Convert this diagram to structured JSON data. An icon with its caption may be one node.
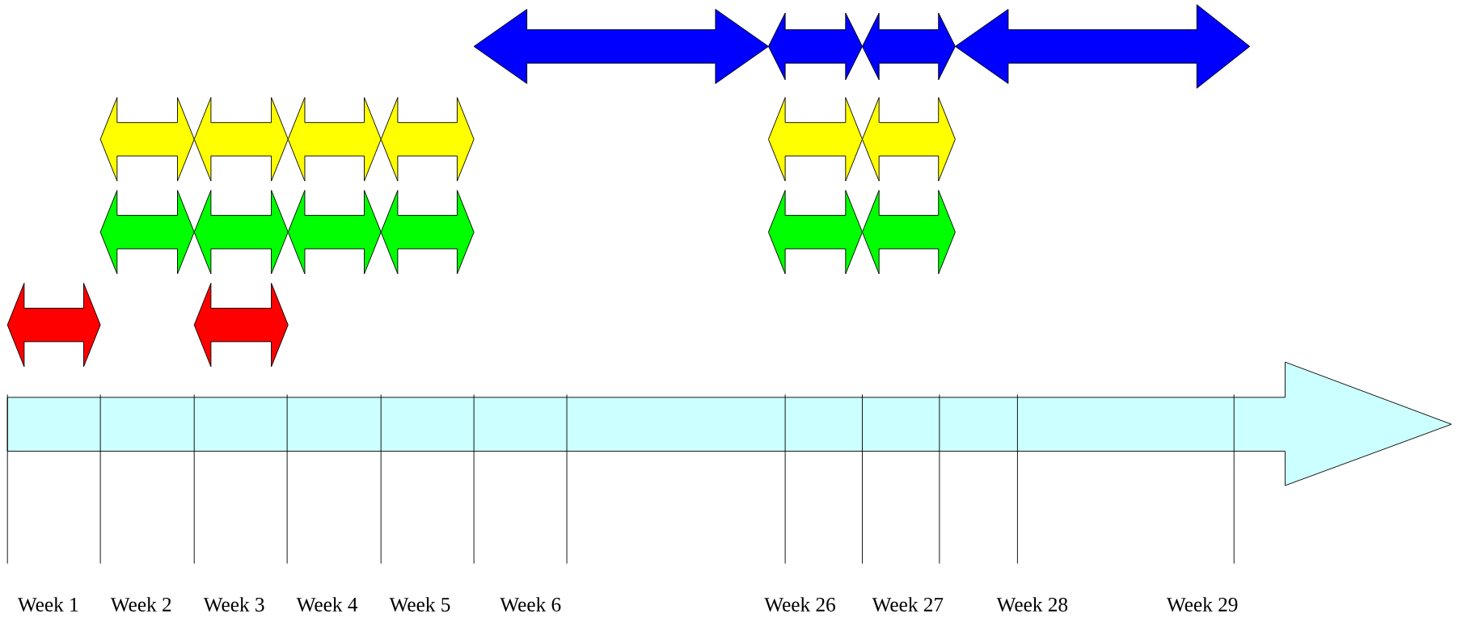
{
  "diagram": {
    "labels": [
      "Week 1",
      "Week 2",
      "Week 3",
      "Week 4",
      "Week 5",
      "Week 6",
      "Week 26",
      "Week 27",
      "Week 28",
      "Week 29"
    ]
  }
}
